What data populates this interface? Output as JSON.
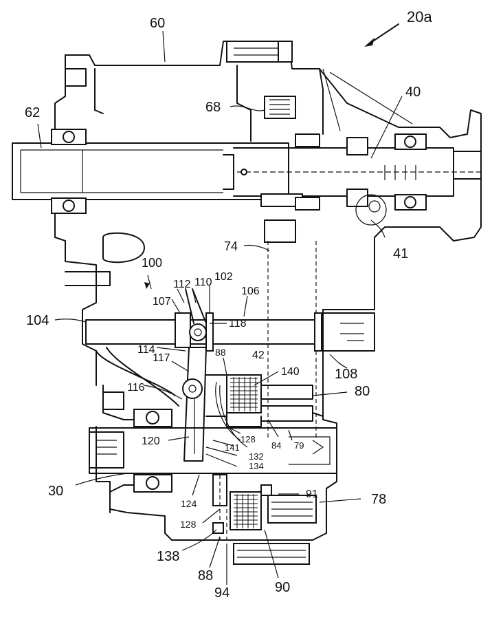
{
  "figure_id": "20a",
  "labels": {
    "l60": "60",
    "l62": "62",
    "l68": "68",
    "l40": "40",
    "l41": "41",
    "l74": "74",
    "l100": "100",
    "l112": "112",
    "l110": "110",
    "l102": "102",
    "l106": "106",
    "l107": "107",
    "l104": "104",
    "l118": "118",
    "l114": "114",
    "l117": "117",
    "l88a": "88",
    "l42": "42",
    "l108": "108",
    "l140": "140",
    "l80": "80",
    "l116": "116",
    "l120": "120",
    "l128a": "128",
    "l84": "84",
    "l79": "79",
    "l141": "141",
    "l132": "132",
    "l134": "134",
    "l30": "30",
    "l124": "124",
    "l91": "91",
    "l78": "78",
    "l128b": "128",
    "l138": "138",
    "l88b": "88",
    "l90": "90",
    "l94": "94"
  }
}
